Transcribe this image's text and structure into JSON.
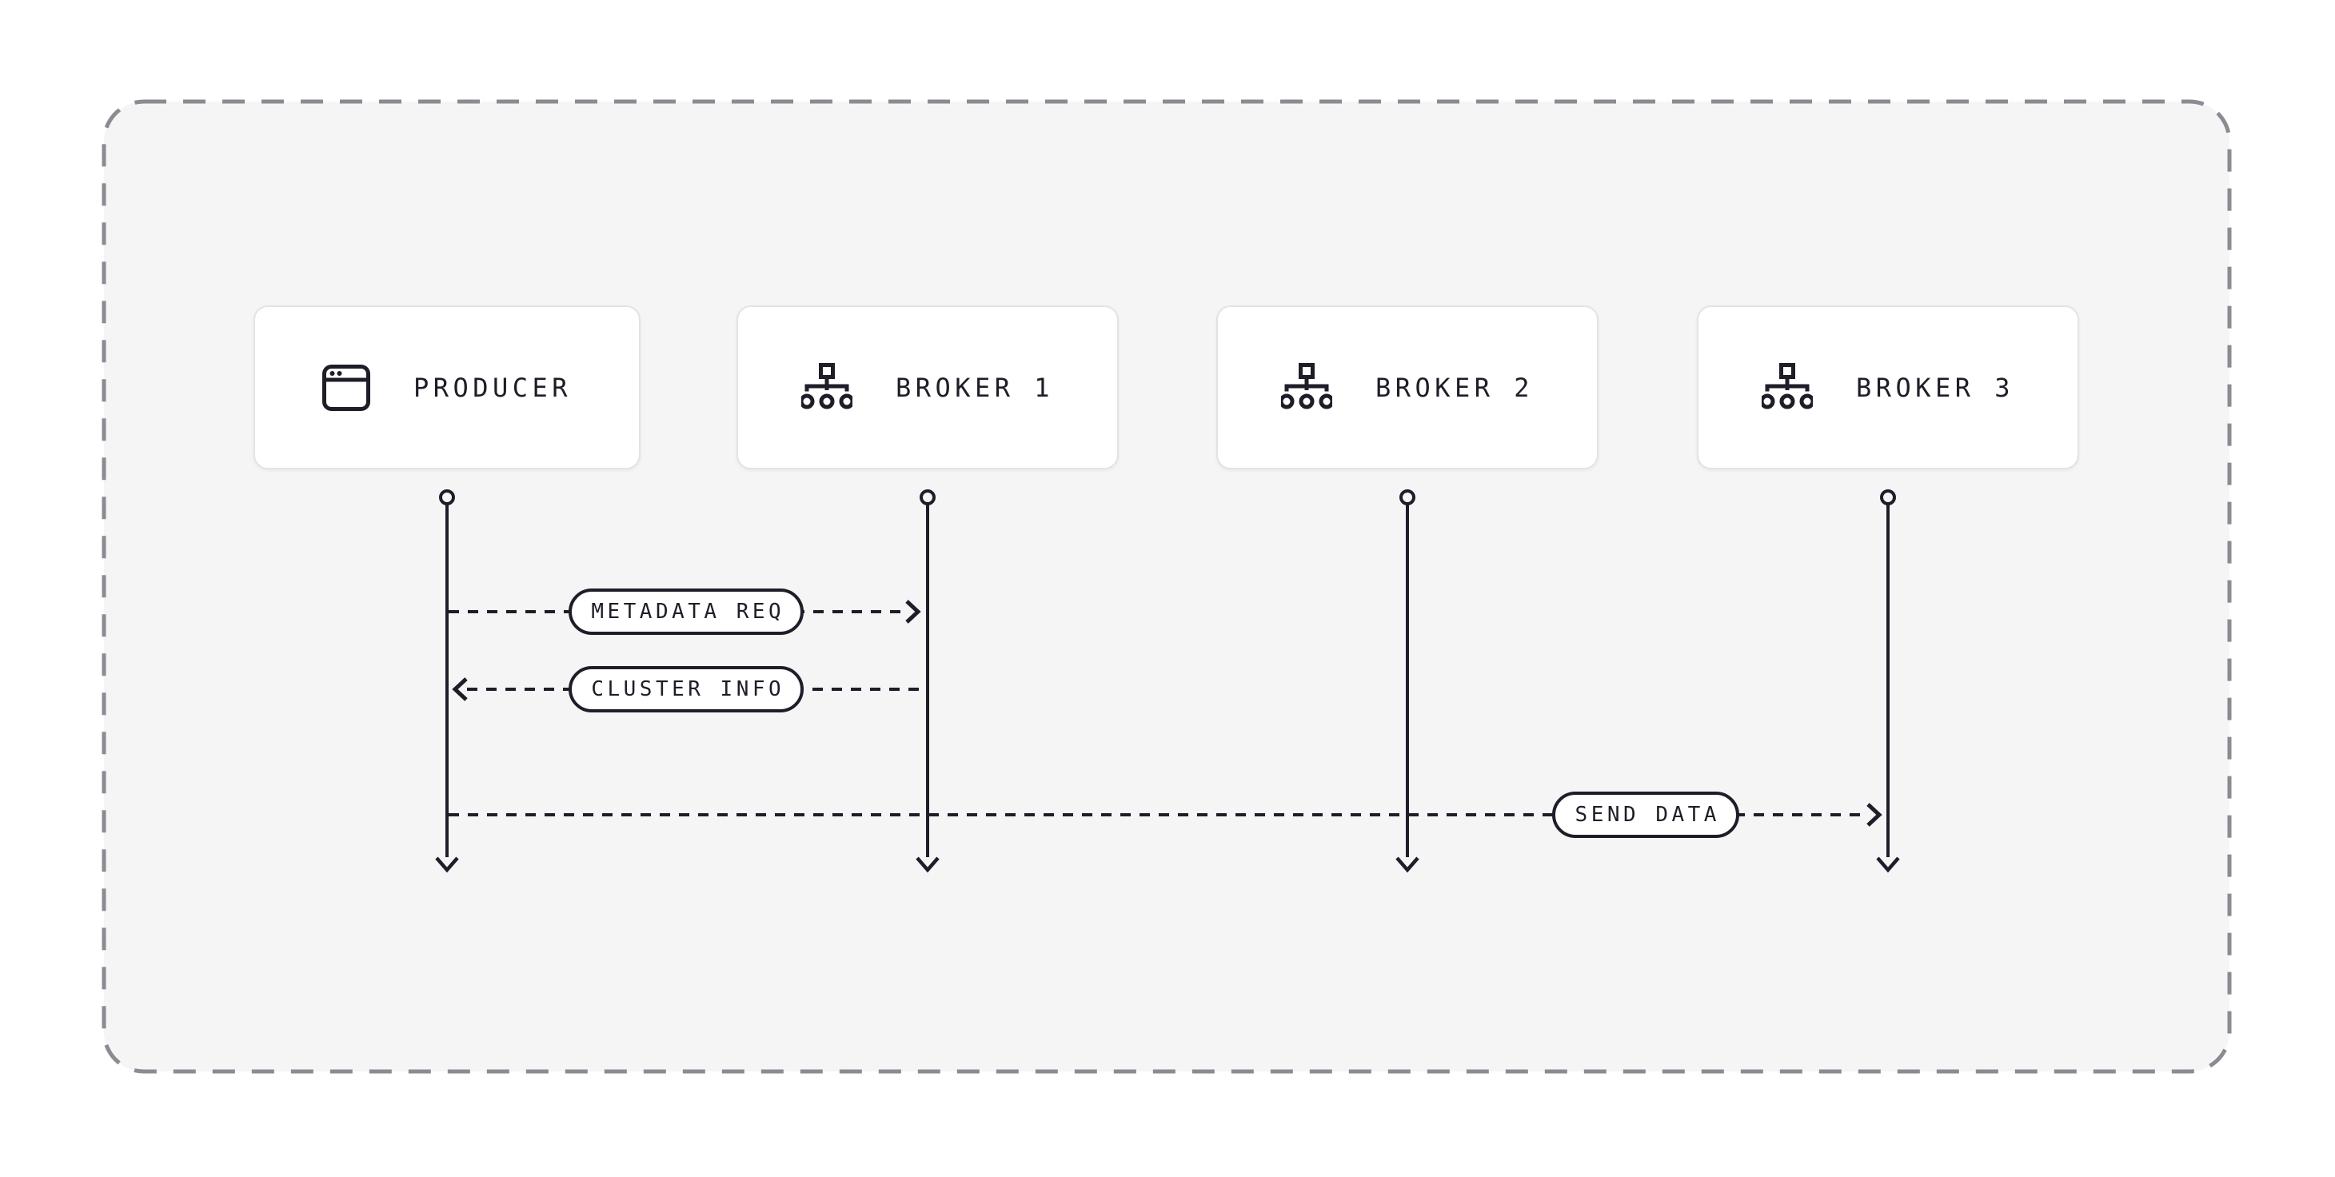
{
  "page": {
    "background": "#ffffff"
  },
  "diagram": {
    "type": "sequence-diagram",
    "container": {
      "background": "#f5f5f6",
      "border_color": "#8b8b93",
      "border_style": "dashed"
    },
    "ink_color": "#1e1e29",
    "box_background": "#ffffff",
    "box_border_color": "#e3e3e7",
    "actors": [
      {
        "label": "PRODUCER",
        "icon": "browser-window-icon"
      },
      {
        "label": "BROKER 1",
        "icon": "network-nodes-icon"
      },
      {
        "label": "BROKER 2",
        "icon": "network-nodes-icon"
      },
      {
        "label": "BROKER 3",
        "icon": "network-nodes-icon"
      }
    ],
    "messages": [
      {
        "label": "METADATA REQ",
        "from": "PRODUCER",
        "to": "BROKER 1",
        "direction": "right"
      },
      {
        "label": "CLUSTER INFO",
        "from": "BROKER 1",
        "to": "PRODUCER",
        "direction": "left"
      },
      {
        "label": "SEND DATA",
        "from": "PRODUCER",
        "to": "BROKER 3",
        "direction": "right"
      }
    ]
  }
}
